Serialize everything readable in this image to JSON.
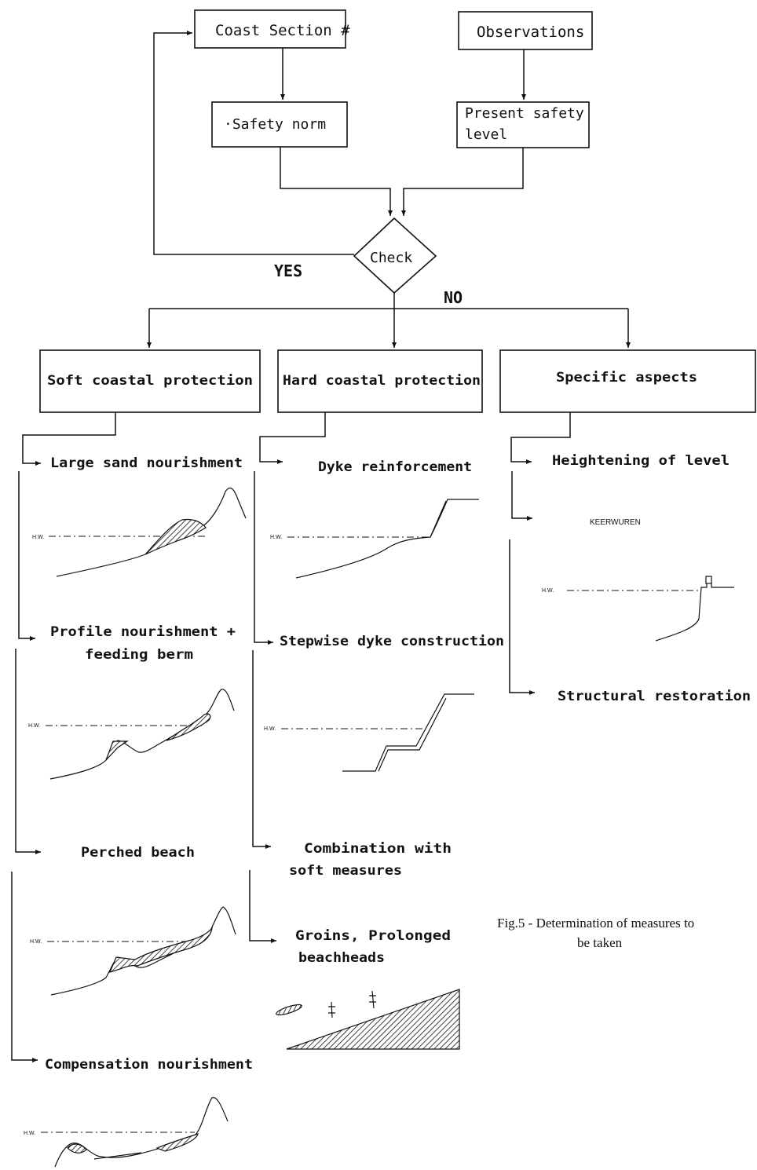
{
  "top": {
    "coast_section": "Coast Section #",
    "observations": "Observations",
    "safety_norm": "·Safety norm",
    "present_safety_line1": "Present safety",
    "present_safety_line2": "level",
    "check": "Check",
    "yes": "YES",
    "no": "NO"
  },
  "categories": {
    "soft": "Soft coastal protection",
    "hard": "Hard coastal protection",
    "specific": "Specific aspects"
  },
  "soft_items": {
    "large_sand": "Large sand nourishment",
    "profile_line1": "Profile nourishment +",
    "profile_line2": "feeding berm",
    "perched": "Perched beach",
    "compensation": "Compensation nourishment"
  },
  "hard_items": {
    "dyke": "Dyke reinforcement",
    "stepwise": "Stepwise dyke construction",
    "combination_line1": "Combination  with",
    "combination_line2": "soft measures",
    "groins_line1": "Groins,  Prolonged",
    "groins_line2": "beachheads"
  },
  "specific_items": {
    "heightening": "Heightening of level",
    "keerwuren": "KEERWUREN",
    "structural": "Structural restoration"
  },
  "hw_label": "H.W.",
  "caption_line1": "Fig.5 - Determination of measures to",
  "caption_line2": "be taken"
}
